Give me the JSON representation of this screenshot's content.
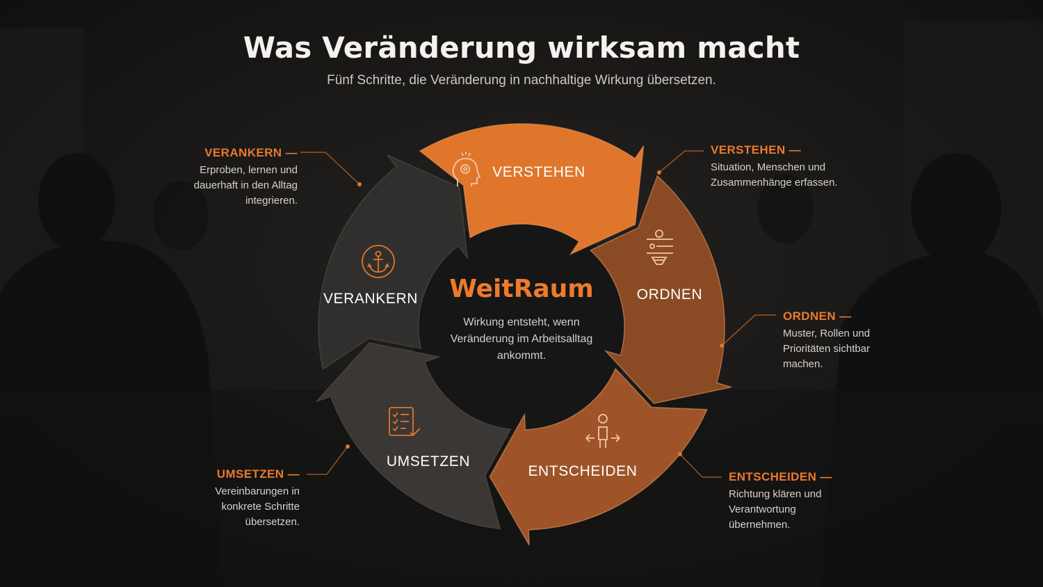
{
  "header": {
    "title": "Was Veränderung wirksam macht",
    "subtitle": "Fünf Schritte, die Veränderung in nachhaltige Wirkung übersetzen."
  },
  "center": {
    "title": "WeitRaum",
    "text": "Wirkung entsteht, wenn Veränderung im Arbeitsalltag ankommt."
  },
  "steps": [
    {
      "label": "VERSTEHEN",
      "icon": "head-gear-icon",
      "color": "#e0762c"
    },
    {
      "label": "ORDNEN",
      "icon": "sorting-funnel-icon",
      "color": "#8a4a24"
    },
    {
      "label": "ENTSCHEIDEN",
      "icon": "person-crossroads-icon",
      "color": "#9e5428"
    },
    {
      "label": "UMSETZEN",
      "icon": "checklist-icon",
      "color": "#3a3734"
    },
    {
      "label": "VERANKERN",
      "icon": "anchor-icon",
      "color": "#312f2d"
    }
  ],
  "callouts": [
    {
      "heading": "VERSTEHEN —",
      "text": "Situation, Menschen und Zusammenhänge erfassen."
    },
    {
      "heading": "ORDNEN —",
      "text": "Muster, Rollen und Prioritäten sichtbar machen."
    },
    {
      "heading": "ENTSCHEIDEN —",
      "text": "Richtung klären und Verantwortung übernehmen."
    },
    {
      "heading": "UMSETZEN —",
      "text": "Vereinbarungen in konkrete Schritte übersetzen."
    },
    {
      "heading": "VERANKERN —",
      "text": "Erproben, lernen und dauerhaft in den Alltag integrieren."
    }
  ],
  "colors": {
    "accent": "#ea7a2c",
    "background": "#141414"
  }
}
